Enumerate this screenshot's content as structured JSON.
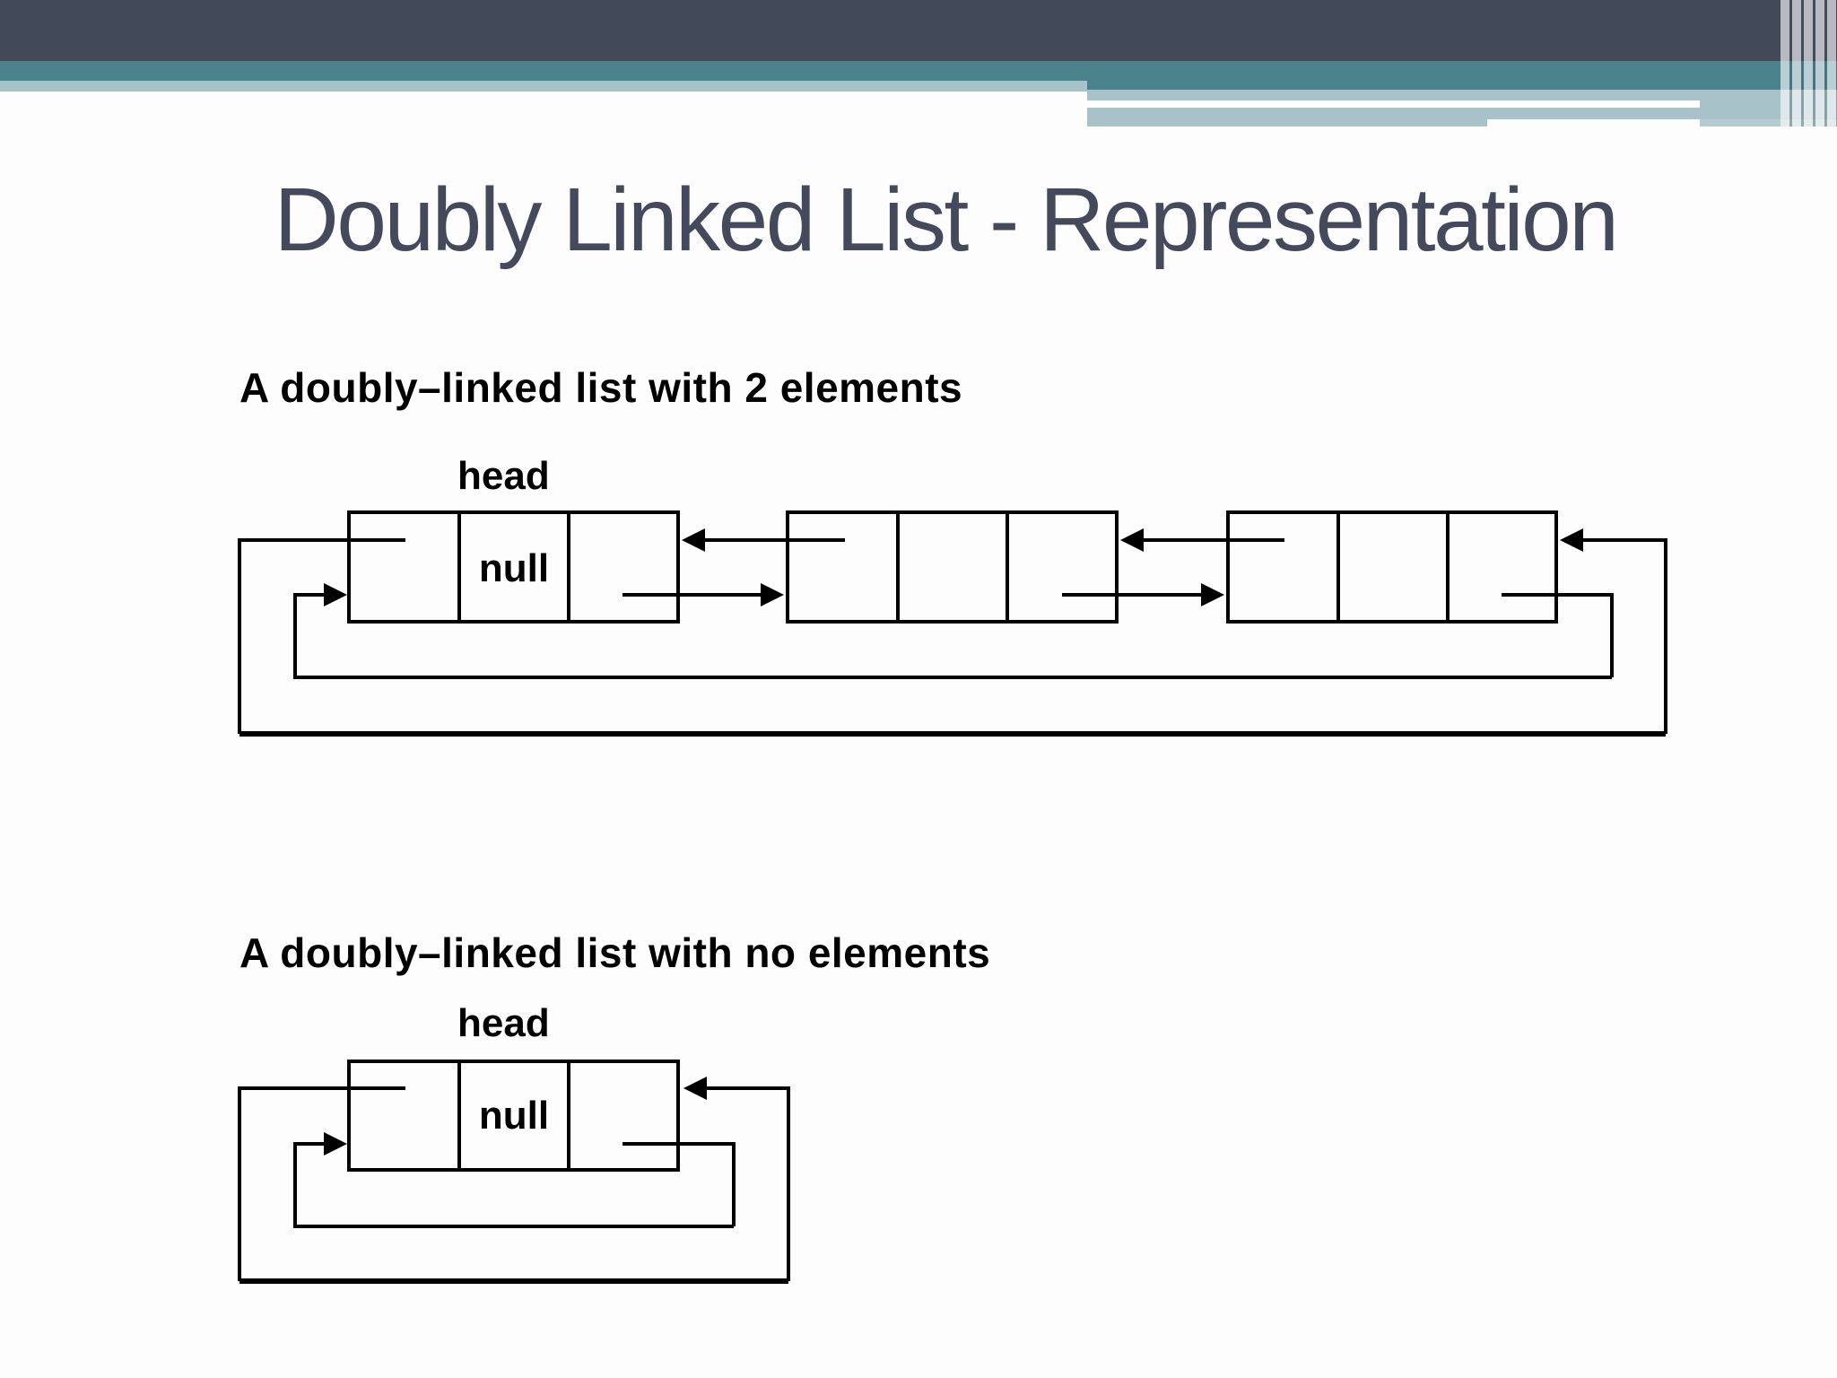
{
  "slide": {
    "title": "Doubly Linked List - Representation"
  },
  "decoration": {
    "bar_dark_color": "#424a59",
    "bar_teal_color": "#4a828c",
    "bar_light_color": "#a7c2c8",
    "title_color": "#45495c",
    "diagram_color": "#000000"
  },
  "diagram_with_two_elements": {
    "caption": "A doubly–linked list with 2 elements",
    "head_label": "head",
    "head_node": {
      "prev": "",
      "data": "null",
      "next": ""
    },
    "element_nodes": [
      {
        "prev": "",
        "data": "",
        "next": ""
      },
      {
        "prev": "",
        "data": "",
        "next": ""
      }
    ]
  },
  "diagram_with_no_elements": {
    "caption": "A doubly–linked list with no elements",
    "head_label": "head",
    "head_node": {
      "prev": "",
      "data": "null",
      "next": ""
    }
  }
}
